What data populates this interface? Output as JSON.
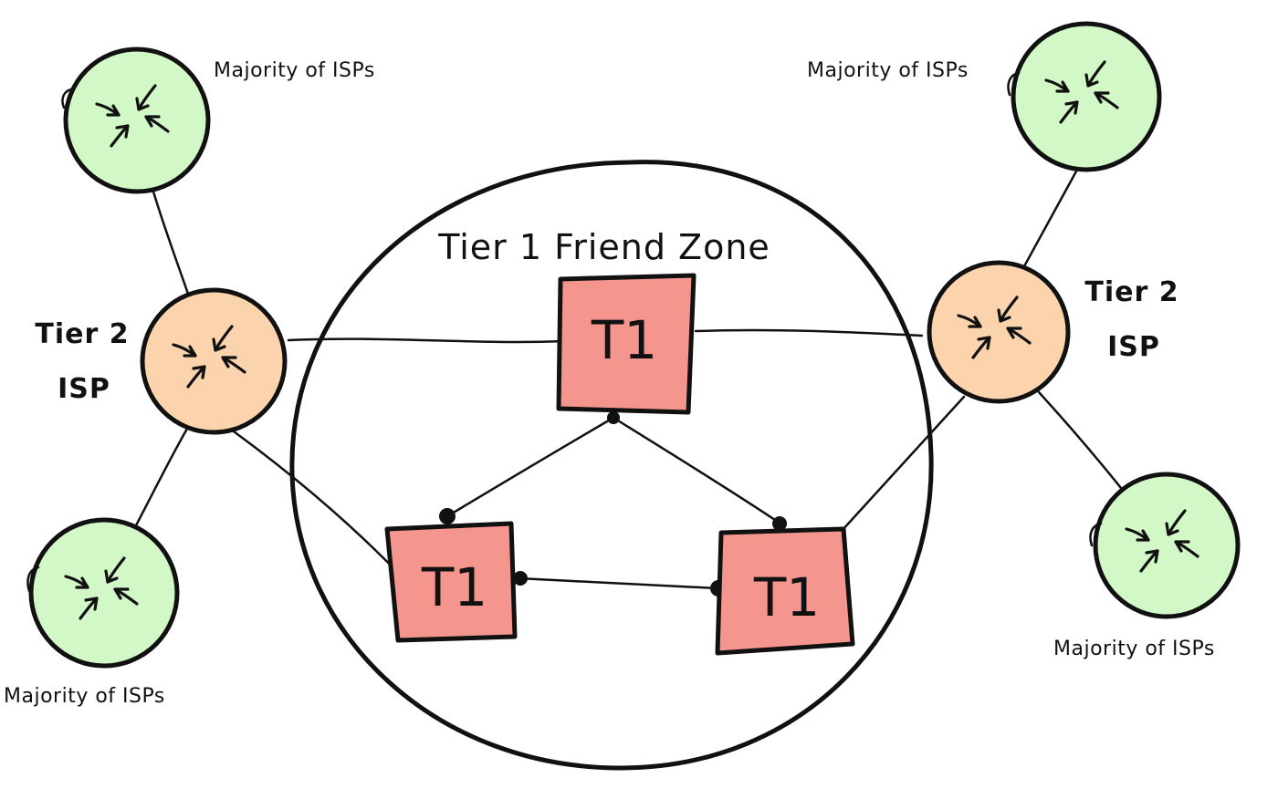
{
  "diagram": {
    "zone_label": "Tier 1 Friend Zone",
    "t1_label": "T1",
    "tier2_line1": "Tier 2",
    "tier2_line2": "ISP",
    "isp_label": "Majority of ISPs"
  },
  "colors": {
    "t1_fill": "#f4968d",
    "tier2_fill": "#fbd4ae",
    "isp_fill": "#d3f8c7",
    "stroke": "#111111"
  },
  "icons": {
    "router": "router-icon"
  }
}
